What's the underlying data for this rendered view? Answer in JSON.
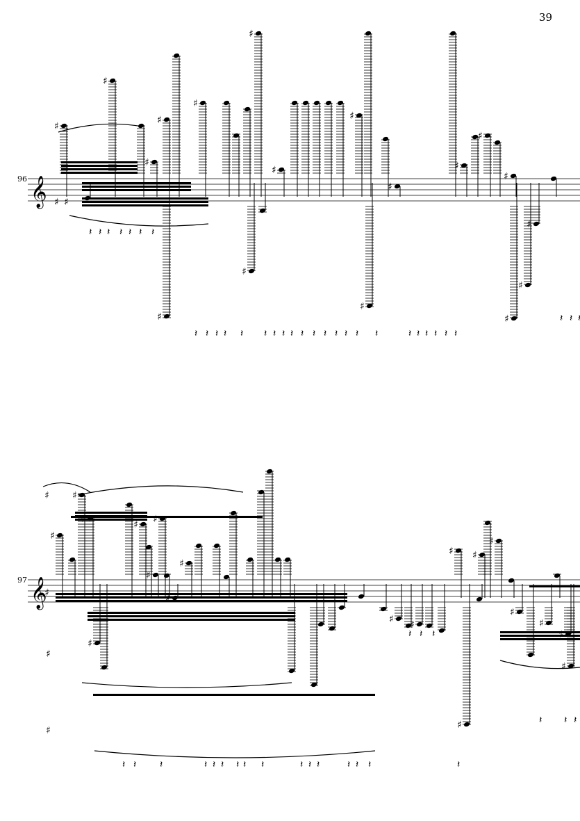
{
  "page": {
    "number": "39"
  },
  "systems": [
    {
      "measure_number": "96",
      "clef": "treble"
    },
    {
      "measure_number": "97",
      "clef": "treble"
    }
  ],
  "colors": {
    "ink": "#000000",
    "paper": "#ffffff"
  },
  "icons": {
    "clef": "treble-clef-icon",
    "accidental": "sharp-icon",
    "rest": "rest-icon"
  }
}
